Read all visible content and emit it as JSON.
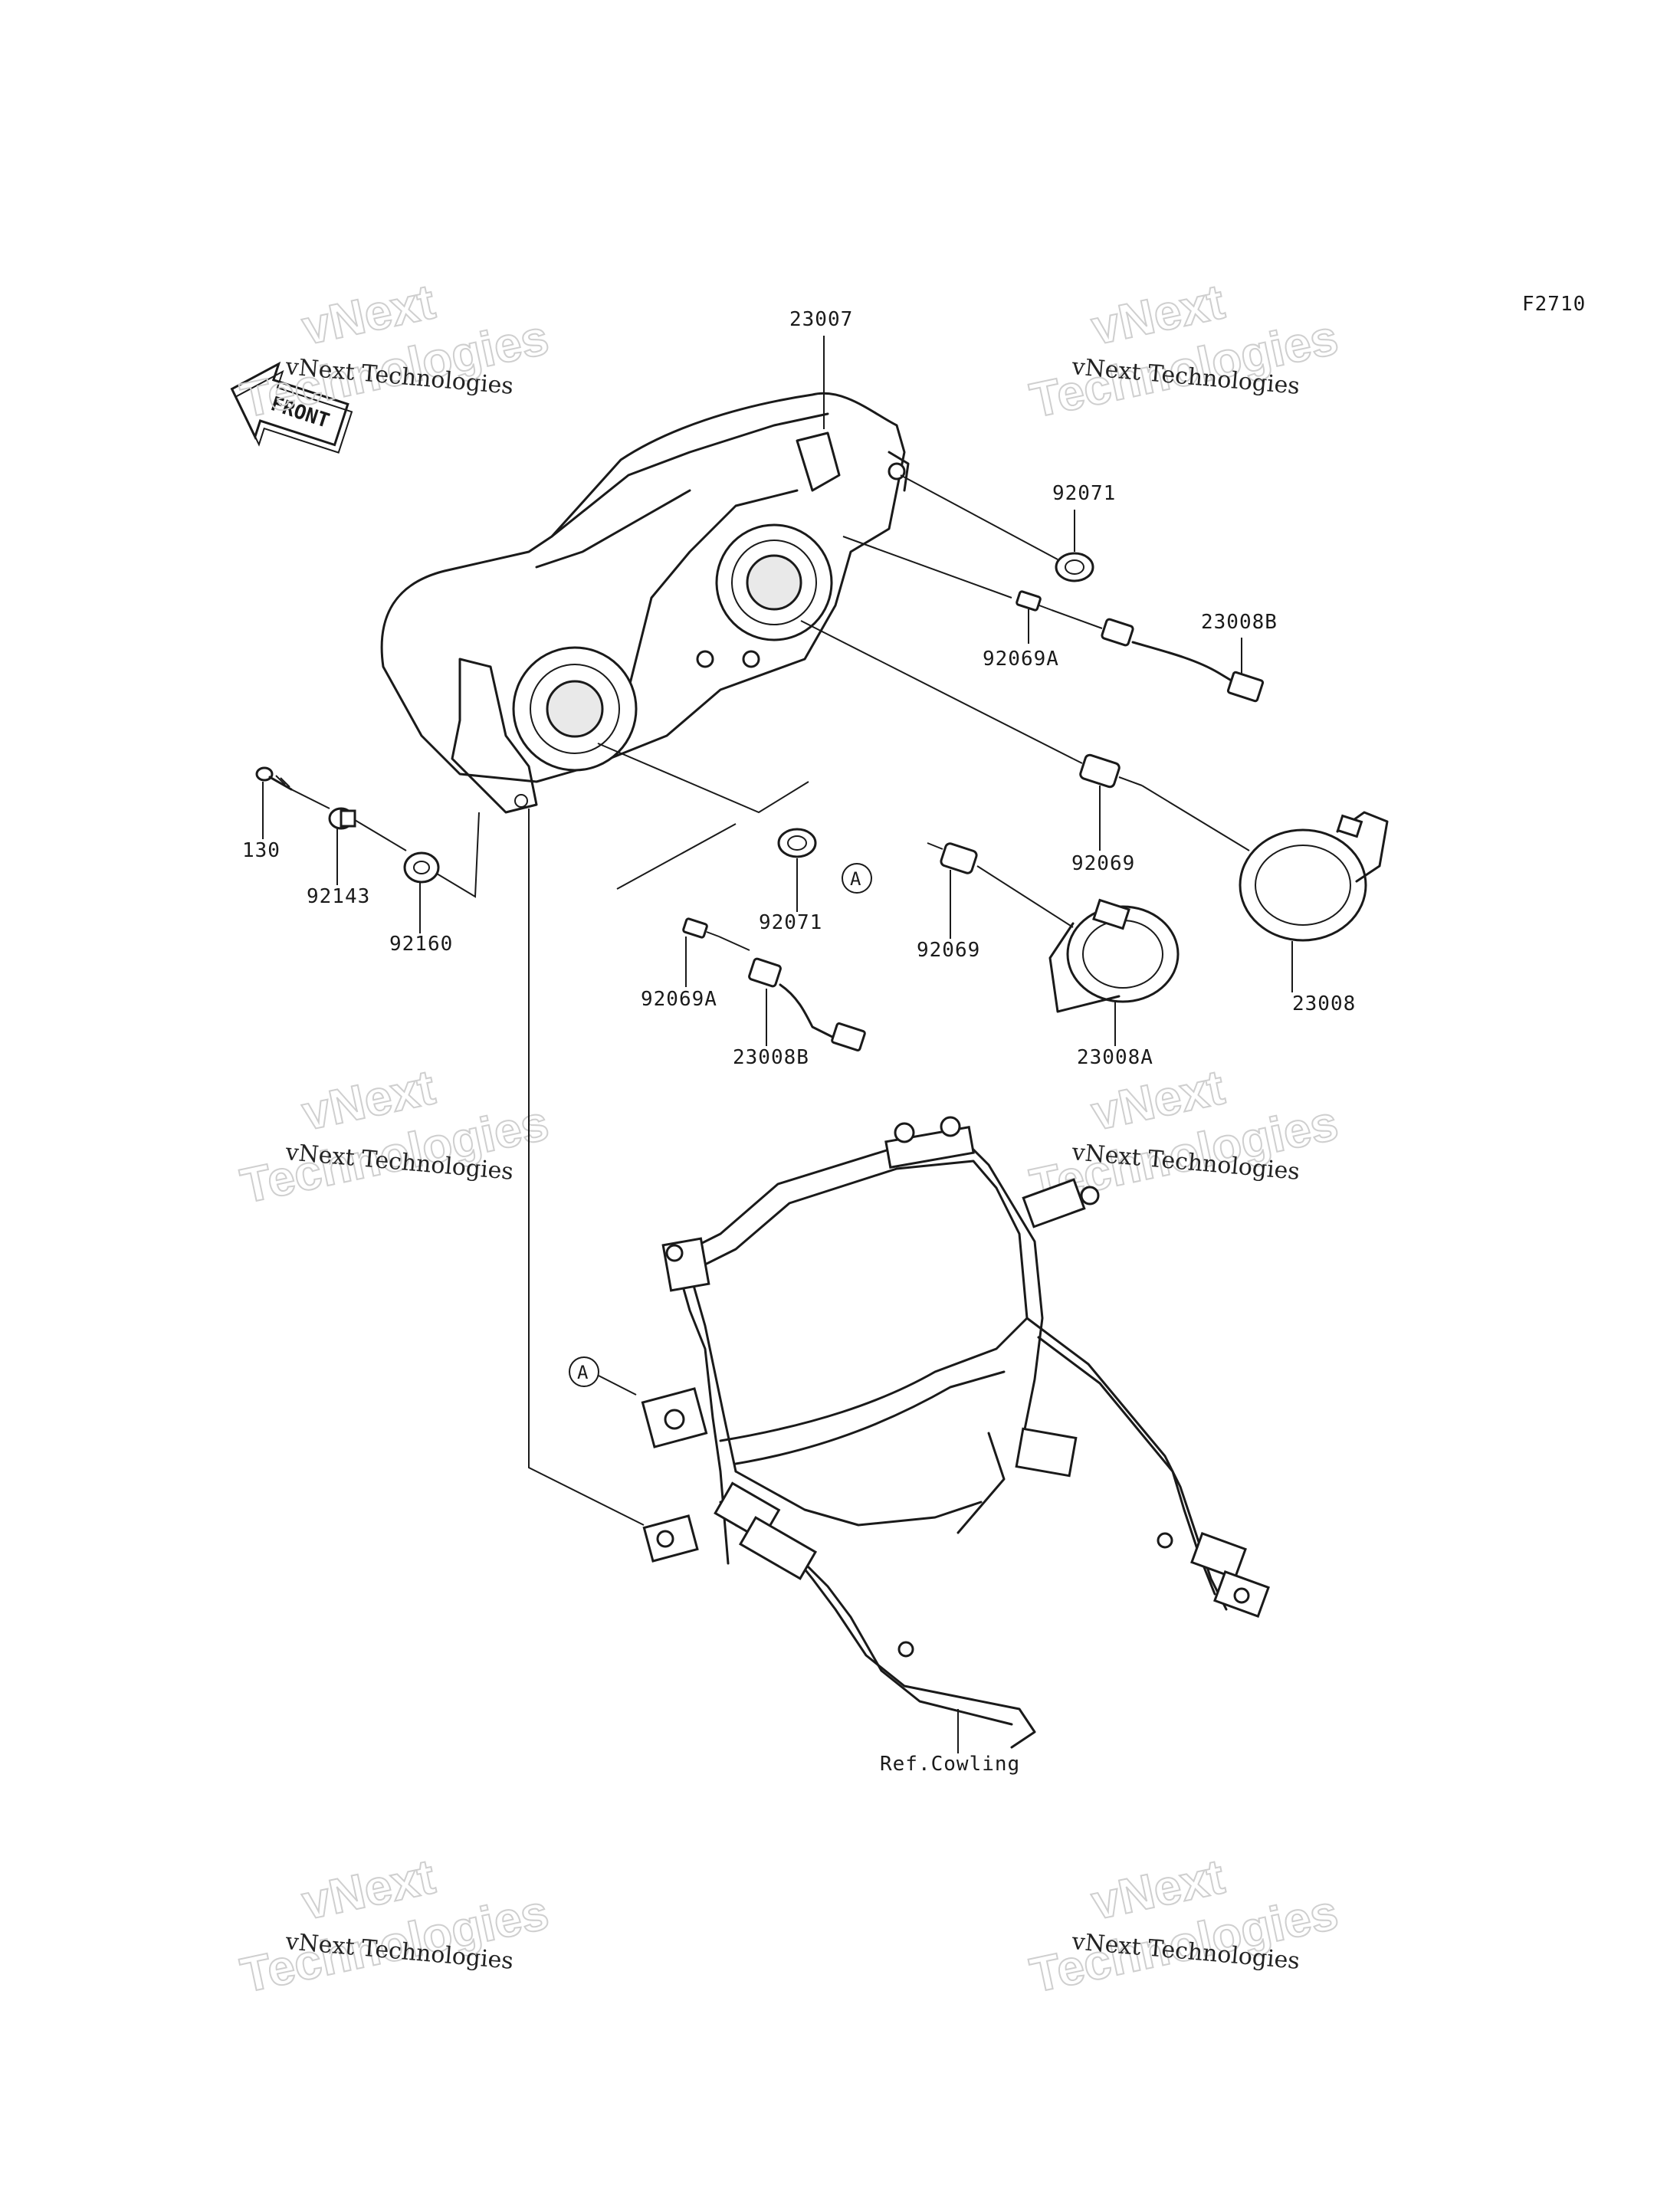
{
  "diagram_code": "F2710",
  "front_badge": "FRONT",
  "watermark": {
    "line1": "vNext Technologies",
    "big": "Technologies",
    "small_top": "vNext"
  },
  "callout_letter": "A",
  "parts": {
    "headlight_assembly": "23007",
    "grommet_upper": "92071",
    "bulb_small_upper": "92069A",
    "socket_upper": "23008B",
    "bulb_main_upper": "92069",
    "cap_right": "23008",
    "bolt": "130",
    "collar": "92143",
    "damper": "92160",
    "grommet_lower": "92071",
    "bulb_main_lower": "92069",
    "bulb_small_lower": "92069A",
    "socket_lower": "23008B",
    "cap_left": "23008A",
    "ref_cowling": "Ref.Cowling"
  }
}
